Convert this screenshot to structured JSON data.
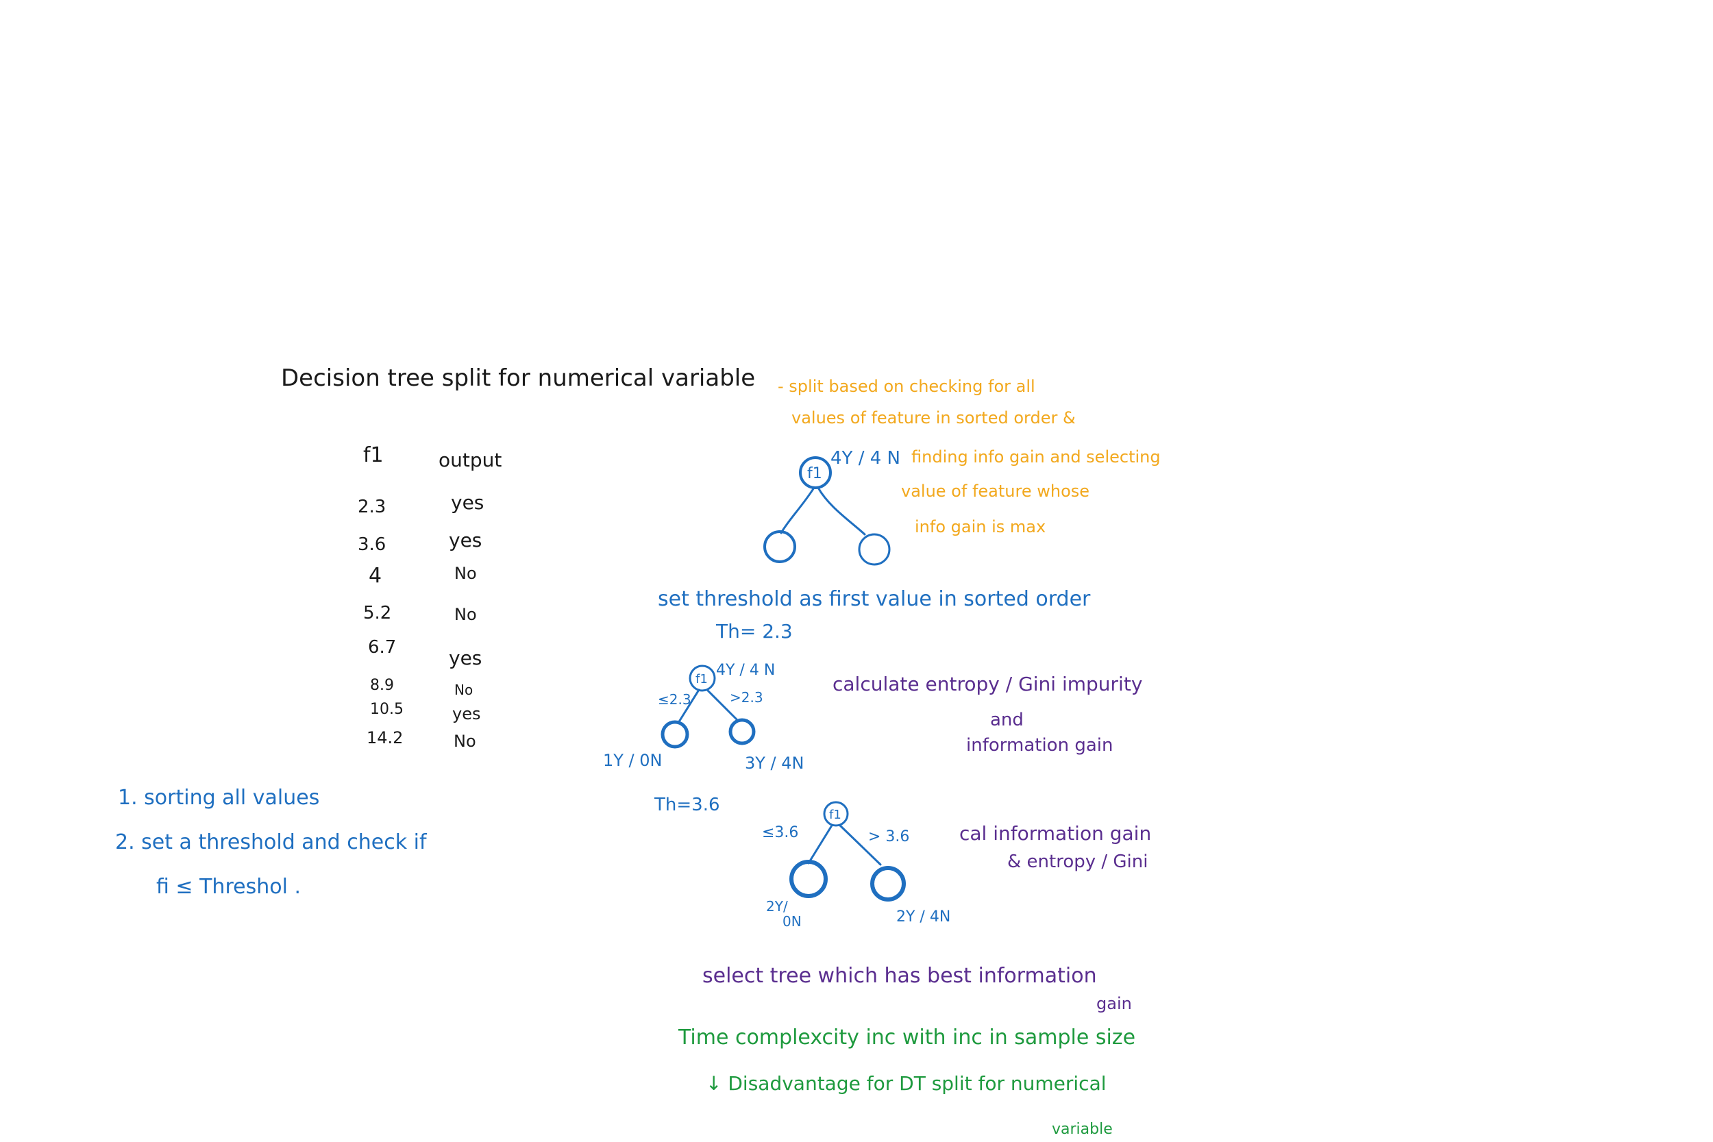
{
  "title": "Decision tree split for numerical variable",
  "orange_note": {
    "line1": "- split based on checking for all",
    "line2": "values of feature in sorted order &",
    "line3": "finding info gain and selecting",
    "line4": "value of feature whose",
    "line5": "info gain is max"
  },
  "table": {
    "headers": [
      "f1",
      "output"
    ],
    "rows": [
      [
        "2.3",
        "yes"
      ],
      [
        "3.6",
        "yes"
      ],
      [
        "4",
        "No"
      ],
      [
        "5.2",
        "No"
      ],
      [
        "6.7",
        "yes"
      ],
      [
        "8.9",
        "No"
      ],
      [
        "10.5",
        "yes"
      ],
      [
        "14.2",
        "No"
      ]
    ]
  },
  "steps": {
    "step1": "1. sorting all values",
    "step2": "2. set a threshold and check if",
    "step3": "fi ≤ Threshol ."
  },
  "tree1": {
    "root": "f1",
    "root_label": "4Y / 4 N"
  },
  "threshold_note": "set threshold as first value in sorted order",
  "th1": "Th= 2.3",
  "tree2": {
    "root": "f1",
    "root_label": "4Y / 4 N",
    "left_edge": "≤2.3",
    "right_edge": ">2.3",
    "left_leaf": "1Y / 0N",
    "right_leaf": "3Y / 4N"
  },
  "calc_note": {
    "line1": "calculate entropy / Gini impurity",
    "line2": "and",
    "line3": "information gain"
  },
  "th2": "Th=3.6",
  "tree3": {
    "root": "f1",
    "left_edge": "≤3.6",
    "right_edge": "> 3.6",
    "left_leaf_line1": "2Y/",
    "left_leaf_line2": "0N",
    "right_leaf": "2Y / 4N"
  },
  "cal_note": {
    "line1": "cal information gain",
    "line2": "& entropy / Gini"
  },
  "select_note": {
    "line1": "select tree which has best information",
    "line2": "gain"
  },
  "green_note": {
    "line1": "Time complexcity inc with inc in sample size",
    "line2": "↓ Disadvantage for DT split for numerical",
    "line3": "variable"
  },
  "colors": {
    "black": "#1a1a1a",
    "orange": "#f2a81d",
    "blue": "#1f6fc0",
    "purple": "#5a2e8f",
    "green": "#1e9a3e"
  }
}
